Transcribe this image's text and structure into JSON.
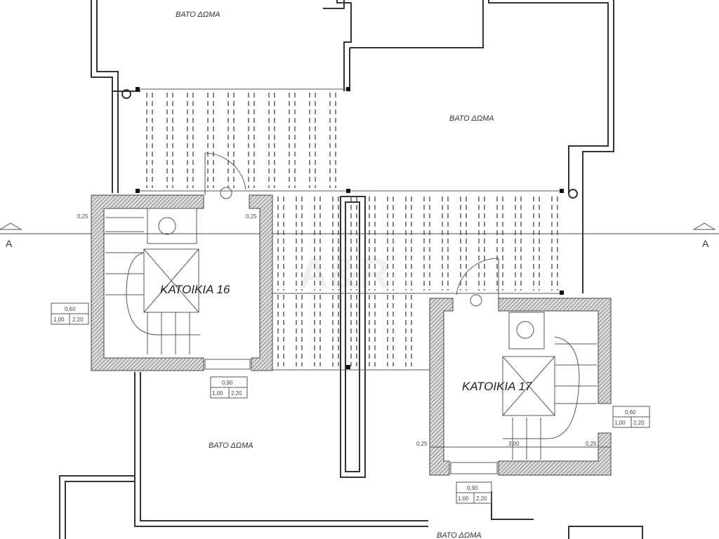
{
  "rooms": {
    "roof_top": "ΒΑΤΟ ΔΩΜΑ",
    "roof_right": "ΒΑΤΟ ΔΩΜΑ",
    "roof_bottom_left": "ΒΑΤΟ ΔΩΜΑ",
    "roof_bottom_right": "ΒΑΤΟ ΔΩΜΑ"
  },
  "apartments": {
    "a16": "ΚΑΤΟΙΚΙΑ 16",
    "a17": "ΚΑΤΟΙΚΙΑ 17"
  },
  "section": {
    "left": "A",
    "right": "A"
  },
  "openings": {
    "w16_side": {
      "width": "0,60",
      "sill": "1,00",
      "head": "2,20"
    },
    "d16": {
      "width": "0,90",
      "sill": "1,00",
      "head": "2,20"
    },
    "w17_side": {
      "width": "0,60",
      "sill": "1,00",
      "head": "2,20"
    },
    "d17": {
      "width": "0,90",
      "sill": "1,00",
      "head": "2,20"
    }
  },
  "dims": {
    "wall": "0,25",
    "inner": "3,00"
  },
  "watermark": "A&R"
}
